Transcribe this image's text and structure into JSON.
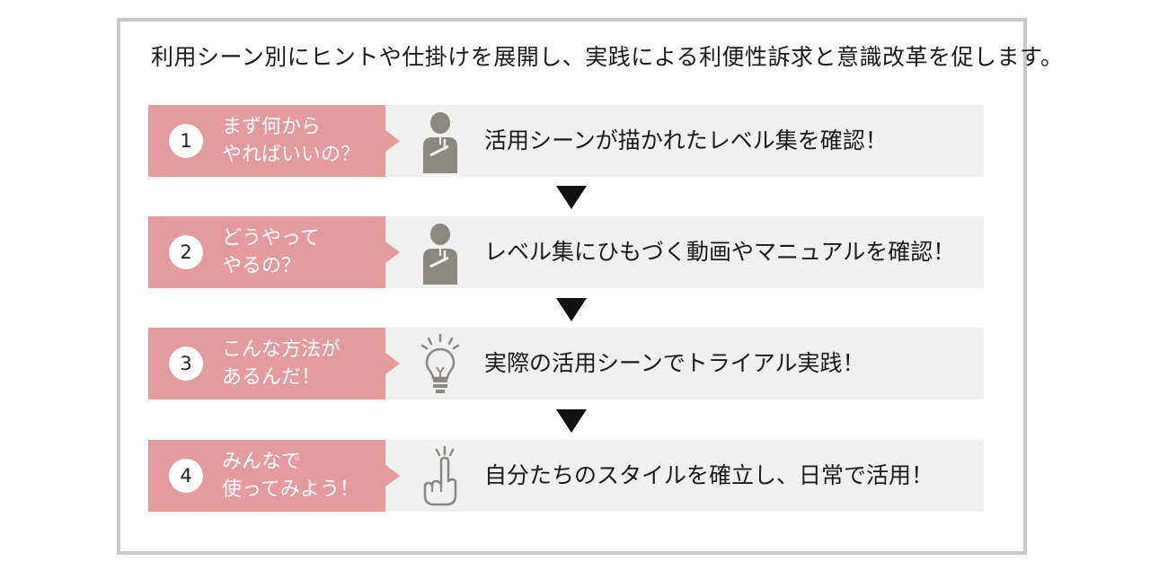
{
  "headline": "利用シーン別にヒントや仕掛けを展開し、実践による利便性訴求と意識改革を促します。",
  "colors": {
    "tag": "#e39b9c",
    "row_bg": "#f0f0f0",
    "frame": "#c8c8c8",
    "icon": "#8a8880"
  },
  "steps": [
    {
      "number": "1",
      "question_line1": "まず何から",
      "question_line2": "やればいいの？",
      "icon": "thinking-person-icon",
      "description": "活用シーンが描かれたレベル集を確認！"
    },
    {
      "number": "2",
      "question_line1": "どうやって",
      "question_line2": "やるの？",
      "icon": "thinking-person-icon",
      "description": "レベル集にひもづく動画やマニュアルを確認！"
    },
    {
      "number": "3",
      "question_line1": "こんな方法が",
      "question_line2": "あるんだ！",
      "icon": "lightbulb-icon",
      "description": "実際の活用シーンでトライアル実践！"
    },
    {
      "number": "4",
      "question_line1": "みんなで",
      "question_line2": "使ってみよう！",
      "icon": "pointing-hand-icon",
      "description": "自分たちのスタイルを確立し、日常で活用！"
    }
  ]
}
